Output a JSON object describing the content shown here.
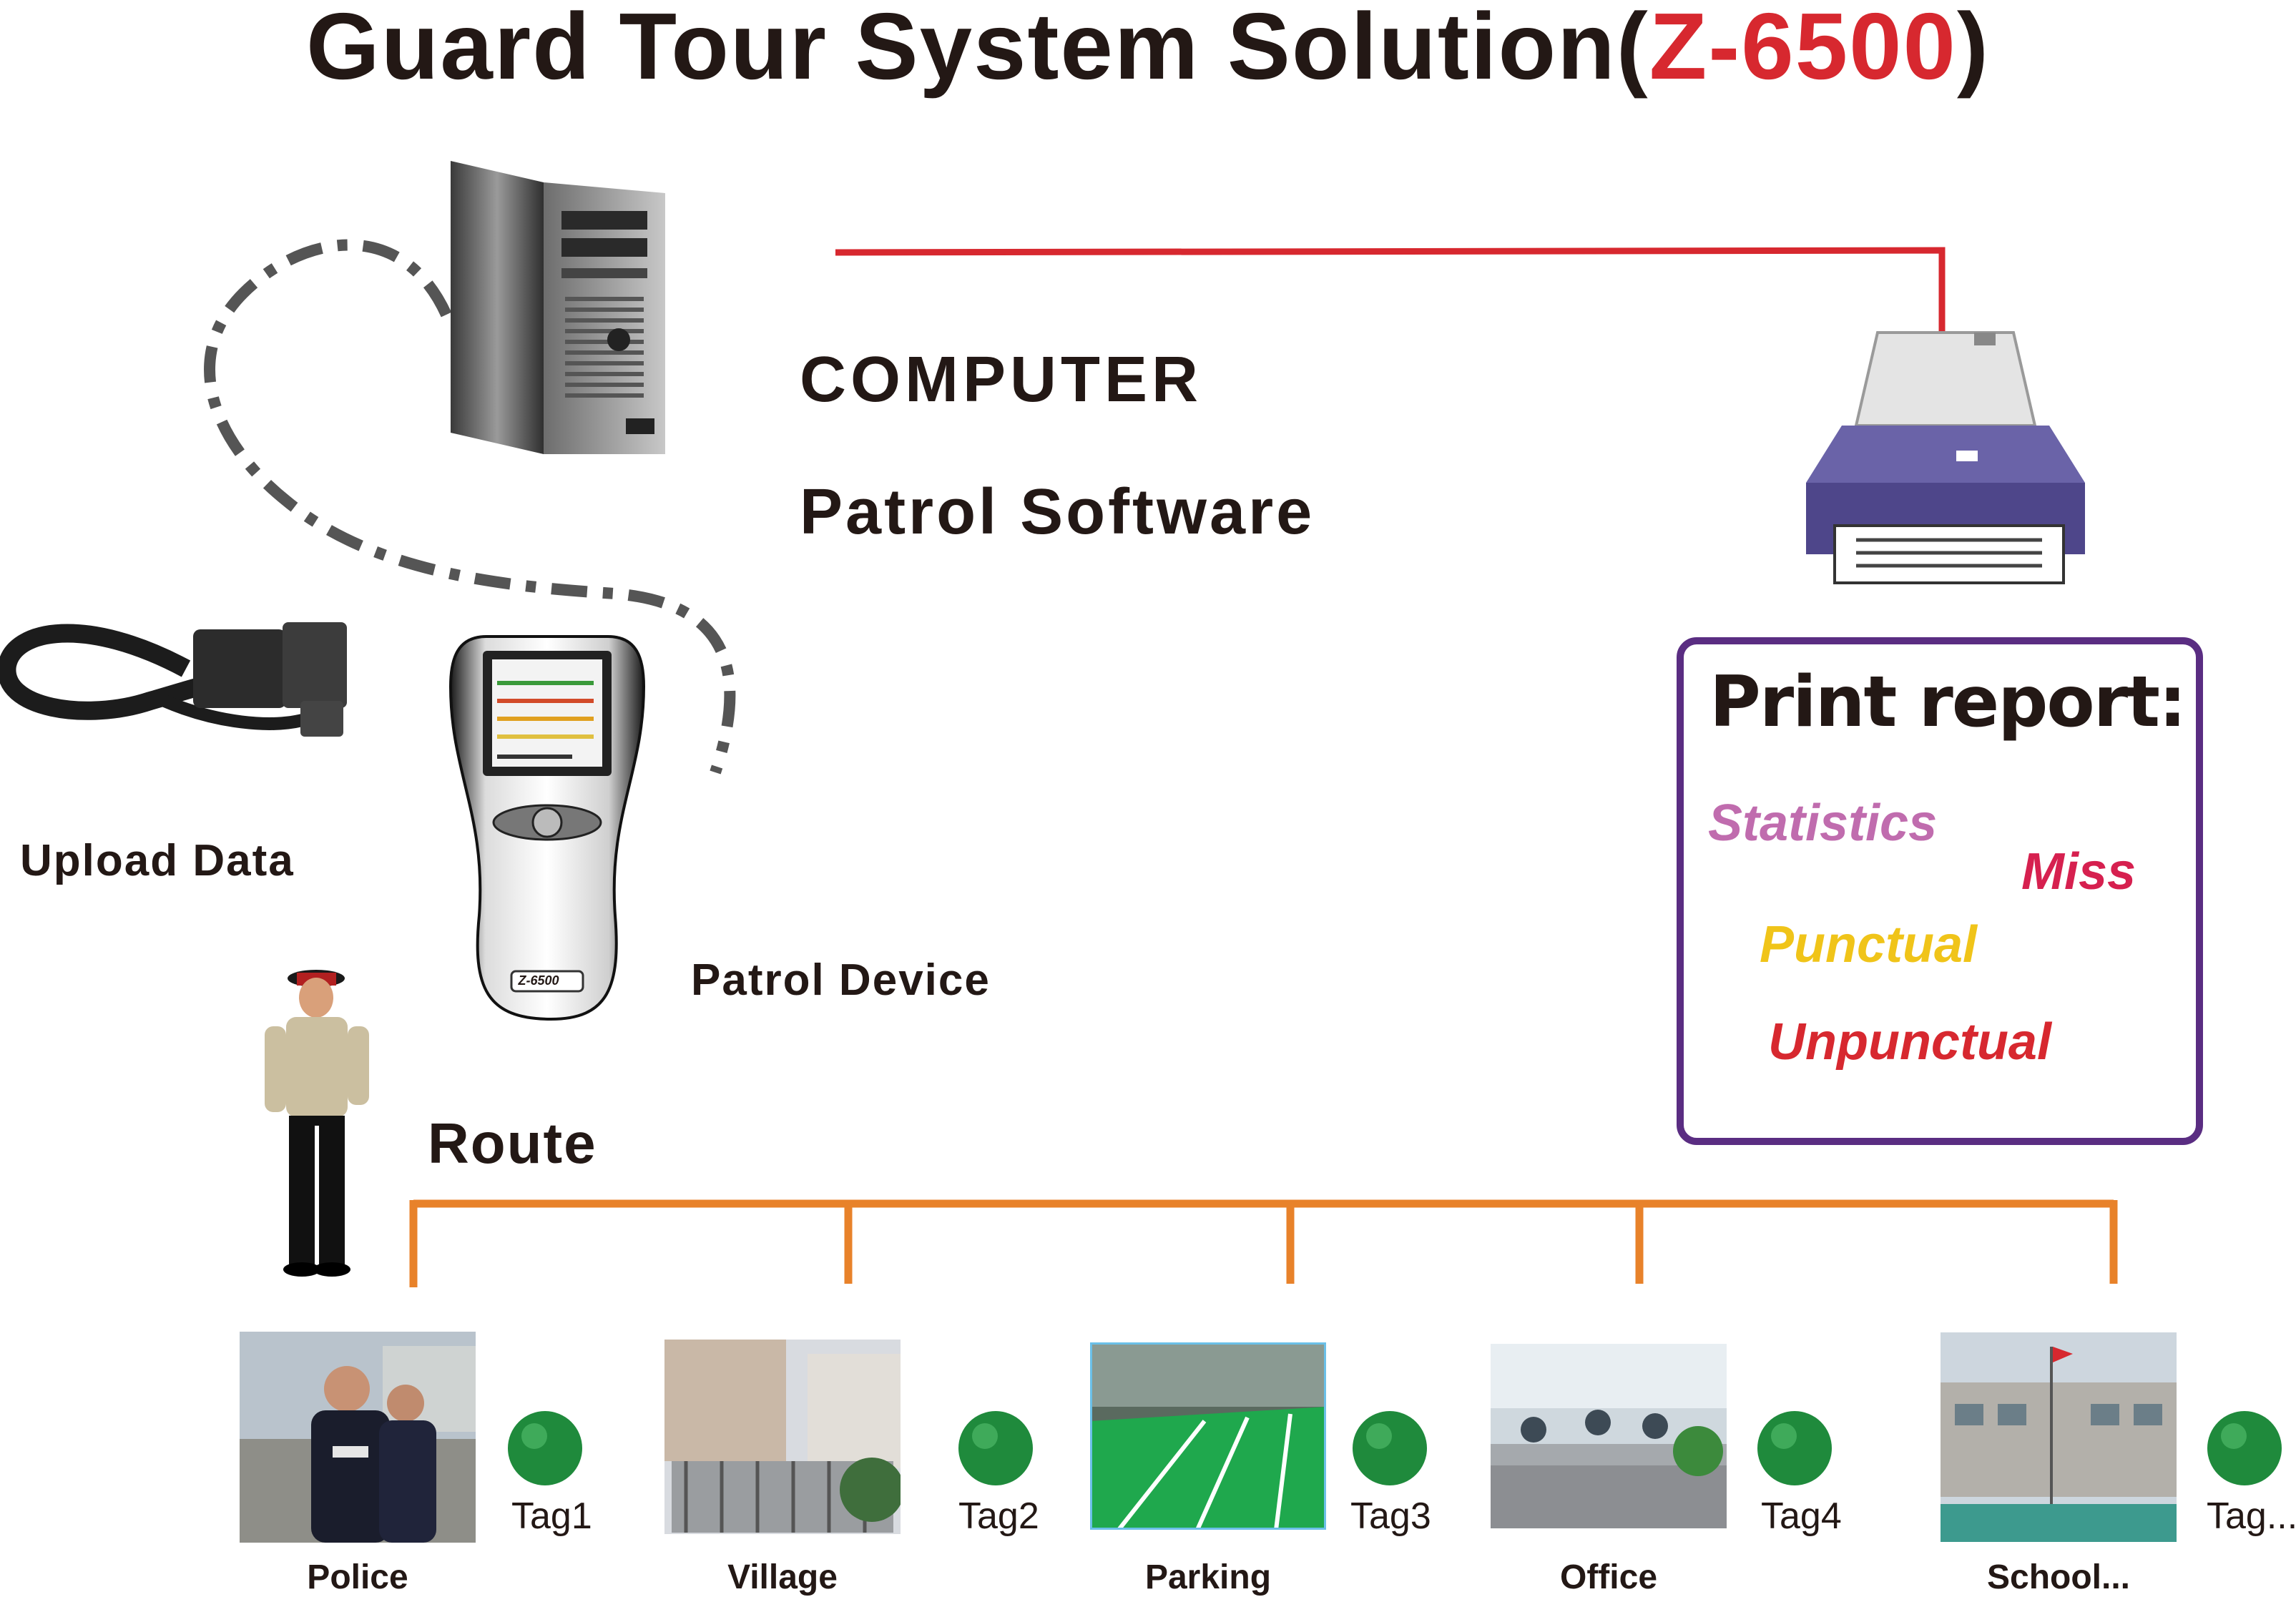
{
  "title": {
    "main": "Guard  Tour System Solution(",
    "model": "Z-6500",
    "close": ")"
  },
  "labels": {
    "computer": "COMPUTER",
    "software": "Patrol Software",
    "upload": "Upload Data",
    "device": "Patrol Device",
    "route": "Route",
    "device_model": "Z-6500"
  },
  "report": {
    "title": "Print report:",
    "items": [
      {
        "text": "Statistics",
        "color": "#c06cae"
      },
      {
        "text": "Miss",
        "color": "#d6204f"
      },
      {
        "text": "Punctual",
        "color": "#f0c419"
      },
      {
        "text": "Unpunctual",
        "color": "#d7282f"
      }
    ]
  },
  "colors": {
    "route": "#e8822a",
    "printer_line": "#d7282f",
    "cable": "#555555",
    "tag": "#1f8a3c"
  },
  "locations": [
    {
      "name": "Police",
      "tag": "Tag1"
    },
    {
      "name": "Village",
      "tag": "Tag2"
    },
    {
      "name": "Parking",
      "tag": "Tag3"
    },
    {
      "name": "Office",
      "tag": "Tag4"
    },
    {
      "name": "School...",
      "tag": "Tag..."
    }
  ]
}
